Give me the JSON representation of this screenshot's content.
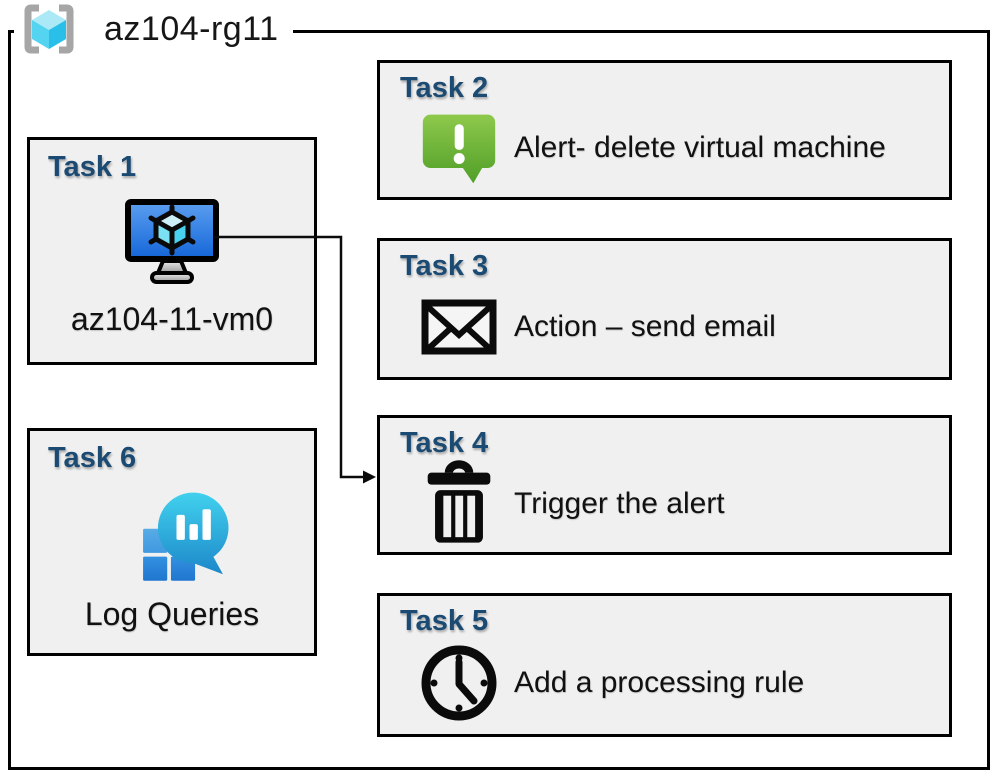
{
  "resource_group": {
    "name": "az104-rg11",
    "icon": "resource-group-icon"
  },
  "tasks": [
    {
      "title": "Task 1",
      "caption": "az104-11-vm0",
      "icon": "virtual-machine-icon"
    },
    {
      "title": "Task 2",
      "caption": "Alert- delete virtual machine",
      "icon": "alert-message-icon"
    },
    {
      "title": "Task 3",
      "caption": "Action – send email",
      "icon": "email-envelope-icon"
    },
    {
      "title": "Task 4",
      "caption": "Trigger the alert",
      "icon": "trash-icon"
    },
    {
      "title": "Task 5",
      "caption": "Add a processing rule",
      "icon": "clock-icon"
    },
    {
      "title": "Task 6",
      "caption": "Log Queries",
      "icon": "log-analytics-icon"
    }
  ],
  "connection": {
    "from": "az104-11-vm0",
    "to": "Task 4"
  },
  "colors": {
    "title_blue": "#1b4a73",
    "box_fill": "#f0f0f0",
    "border_black": "#000000",
    "alert_green_top": "#8dc84b",
    "alert_green_bottom": "#4f9e28",
    "vm_screen_top": "#5b9ff0",
    "vm_screen_bottom": "#1465d8",
    "cube_cyan_top": "#ace9f7",
    "cube_cyan_left": "#55d4f1",
    "cube_cyan_right": "#29bfe9",
    "log_bubble_top": "#41d1ee",
    "log_bubble_bottom": "#1c86c8",
    "bracket_gray": "#a6a6a6"
  }
}
